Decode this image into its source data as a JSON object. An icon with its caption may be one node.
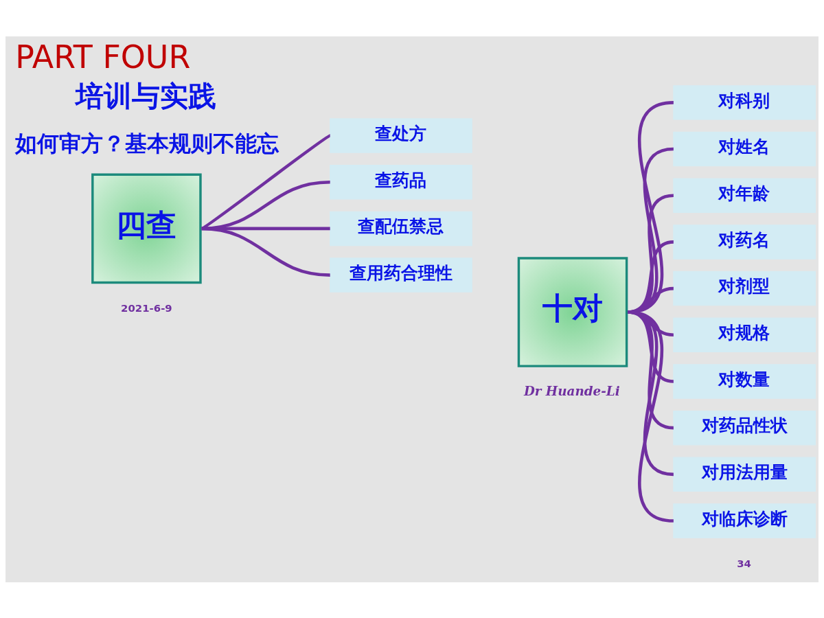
{
  "diagram": {
    "title": "PART FOUR",
    "nodes": [
      {
        "text": [
          "四查"
        ]
      },
      {
        "text": [
          "查处方"
        ]
      },
      {
        "text": [
          "查药品"
        ]
      },
      {
        "text": [
          "查配伍禁忌"
        ]
      },
      {
        "text": [
          "查用药合理性"
        ]
      },
      {
        "text": [
          "十对"
        ]
      },
      {
        "text": [
          "对科别"
        ]
      },
      {
        "text": [
          "对姓名"
        ]
      },
      {
        "text": [
          "对年龄"
        ]
      },
      {
        "text": [
          "对药名"
        ]
      },
      {
        "text": [
          "对剂型"
        ]
      },
      {
        "text": [
          "对规格"
        ]
      },
      {
        "text": [
          "对数量"
        ]
      },
      {
        "text": [
          "对药品性状"
        ]
      },
      {
        "text": [
          "对用法用量"
        ]
      },
      {
        "text": [
          "对临床诊断"
        ]
      }
    ],
    "edges": [
      {
        "from": 0,
        "to": 1,
        "arrow": "none"
      },
      {
        "from": 0,
        "to": 2,
        "arrow": "none"
      },
      {
        "from": 0,
        "to": 3,
        "arrow": "none"
      },
      {
        "from": 0,
        "to": 4,
        "arrow": "none"
      },
      {
        "from": 5,
        "to": 6,
        "arrow": "none"
      },
      {
        "from": 5,
        "to": 7,
        "arrow": "none"
      },
      {
        "from": 5,
        "to": 8,
        "arrow": "none"
      },
      {
        "from": 5,
        "to": 9,
        "arrow": "none"
      },
      {
        "from": 5,
        "to": 10,
        "arrow": "none"
      },
      {
        "from": 5,
        "to": 11,
        "arrow": "none"
      },
      {
        "from": 5,
        "to": 12,
        "arrow": "none"
      },
      {
        "from": 5,
        "to": 13,
        "arrow": "none"
      },
      {
        "from": 5,
        "to": 14,
        "arrow": "none"
      },
      {
        "from": 5,
        "to": 15,
        "arrow": "none"
      }
    ],
    "labels": [
      "培训与实践",
      "如何审方？基本规则不能忘",
      "2021-6-9",
      "Dr Huande-Li",
      "34"
    ]
  }
}
